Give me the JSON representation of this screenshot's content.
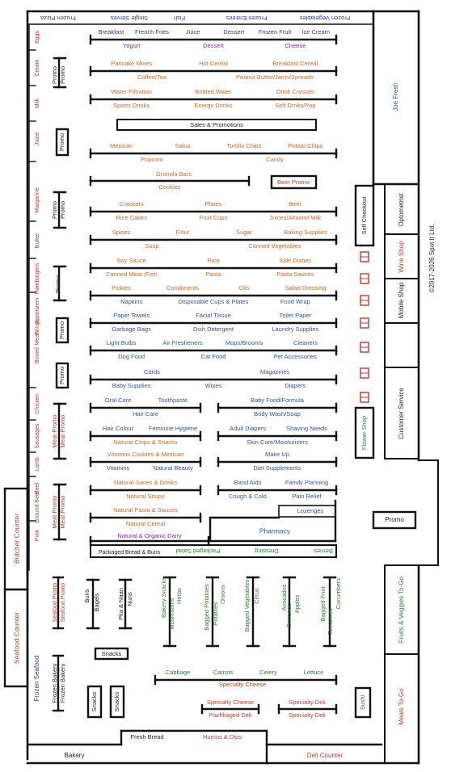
{
  "colors": {
    "wall": "#111111",
    "blue": "#2f5597",
    "orange": "#d0692a",
    "red": "#c0392b",
    "green": "#2e7d32",
    "purple": "#7b2d8e",
    "navy": "#2b3a8c",
    "black": "#222222"
  },
  "copyright": "©2017-2026 Spot It Ltd.",
  "top_freezers": [
    "Frozen Pizza",
    "Single Serves",
    "Fish",
    "Frozen Entrees",
    "Frozen Vegetables"
  ],
  "left_wall": [
    "Eggs",
    "Cream",
    "Milk",
    "Juice",
    "Margarine",
    "Butter",
    "Hamburgers",
    "Appetizers",
    "Wings",
    "Meat",
    "Boxed",
    "Chicken",
    "Sausages",
    "Lamb",
    "Beef",
    "Ground Beef",
    "Pork"
  ],
  "left_promos": [
    "Promo",
    "Promo",
    "Promo",
    "Promo",
    "Promo",
    "Promo",
    "Promo",
    "Promo",
    "Promo"
  ],
  "meat_promos": [
    "Meat Promo",
    "Meat Promo",
    "Meat Promo",
    "Meat Promo"
  ],
  "counters": {
    "butcher": "Butcher Counter",
    "seafood": "Seafood Counter",
    "frozen_seafood": "Frozen Seafood",
    "bakery": "Bakery",
    "deli": "Deli Counter",
    "meals_to_go": "Meals To-Go",
    "fruits_veggies": "Fruits & Veggies To-Go",
    "customer_service": "Customer Service",
    "mobile_shop": "Mobile Shop",
    "wine_shop": "Wine Shop",
    "optometrist": "Optometrist",
    "joe_fresh": "Joe Fresh",
    "self_checkout": "Self Checkout",
    "flower_shop": "Flower Shop",
    "promo": "Promo",
    "sushi": "Sushi",
    "pharmacy": "Pharmacy",
    "fresh_bread": "Fresh Bread",
    "humus_dips": "Humus & Dips",
    "beer_promo": "Beer Promo",
    "sales_promotions": "Sales & Promotions",
    "snacks": "Snacks",
    "lozenges": "Lozenges",
    "packaged_bread": "Packaged Bread & Buns",
    "packaged_salad": "Packaged Salad",
    "dressing": "Dressing",
    "berries": "Berries"
  },
  "aisles": [
    {
      "top": [
        "Breakfast",
        "French Fries",
        "Juice",
        "Dessert",
        "Frozen Fruit",
        "Ice Cream"
      ],
      "bottom": [
        "Yogurt",
        "Dessert",
        "Cheese"
      ]
    },
    {
      "top": [
        "Pancake Mixes",
        "Hot Cereal",
        "Breakfast Cereal"
      ],
      "bottom": [
        "Coffee/Tea",
        "Peanut Butter/Jams/Spreads"
      ]
    },
    {
      "top": [
        "Water Filtration",
        "Bottled Water",
        "Drink Crystals"
      ],
      "bottom": [
        "Sports Drinks",
        "Energy Drinks",
        "Soft Drnks/Pop"
      ]
    },
    {
      "top": [
        "Mexican",
        "Salsa",
        "Tortilla Chips",
        "Potato Chips"
      ],
      "bottom": [
        "Popcorn",
        "Candy"
      ]
    },
    {
      "top": [
        "Granola Bars"
      ],
      "bottom": [
        "Cookies"
      ]
    },
    {
      "top": [
        "Crackers",
        "Plates",
        "Beer"
      ],
      "bottom": [
        "Rice Cakes",
        "Fruit Cups",
        "Juices/Almond Milk"
      ]
    },
    {
      "top": [
        "Spices",
        "Flour",
        "Sugar",
        "Baking Supplies"
      ],
      "bottom": [
        "Soup",
        "Canned Vegetables"
      ]
    },
    {
      "top": [
        "Soy Sauce",
        "Rice",
        "Side Dishes"
      ],
      "bottom": [
        "Canned Meat /Fish",
        "Pasta",
        "Pasta Sauces"
      ]
    },
    {
      "top": [
        "Pickles",
        "Condiments",
        "Oils",
        "Salad Dressing"
      ],
      "bottom": [
        "Napkins",
        "Disposable Cups & Plates",
        "Food Wrap"
      ]
    },
    {
      "top": [
        "Paper Towels",
        "Facial Tissue",
        "Toilet Paper"
      ],
      "bottom": [
        "Garbage Bags",
        "Dish Detergent",
        "Laundry Supplies"
      ]
    },
    {
      "top": [
        "Light Bulbs",
        "Air Fresheners",
        "Mops/Brooms",
        "Cleaners"
      ],
      "bottom": [
        "Dog Food",
        "Cat Food",
        "Pet Accessories"
      ]
    },
    {
      "top": [
        "Cards",
        "Magazines"
      ],
      "bottom": [
        "Baby Supplies",
        "Wipes",
        "Diapers"
      ]
    }
  ],
  "split_aisles": [
    {
      "left_top": [
        "Oral Care",
        "Toothpaste"
      ],
      "left_bottom": [
        "Hair Care"
      ],
      "right_top": [
        "Baby Food/Formula"
      ],
      "right_bottom": [
        "Body Wash/Soap"
      ]
    },
    {
      "left_top": [
        "Hair Colour",
        "Feminine Hygiene"
      ],
      "left_bottom": [
        "Natural Chips & Snacks"
      ],
      "right_top": [
        "Adult Diapers",
        "Shaving Needs"
      ],
      "right_bottom": [
        "Skin Care/Moisturizers"
      ]
    },
    {
      "left_top": [
        "Vitamins Cookies & Mexican"
      ],
      "left_bottom": [
        "Vitamins",
        "Natural Beauty"
      ],
      "right_top": [
        "Make Up"
      ],
      "right_bottom": [
        "Diet Supplements"
      ]
    },
    {
      "left_top": [
        "Natural Juices & Drinks"
      ],
      "left_bottom": [
        "Natural Soups"
      ],
      "right_top": [
        "Band Aids",
        "Family Planning"
      ],
      "right_bottom": [
        "Cough & Cold",
        "Pain Relief"
      ]
    },
    {
      "left_top": [
        "Natural Pasta & Sauces"
      ],
      "left_bottom": [
        "Natural Cereal"
      ],
      "right_top": [],
      "right_bottom": []
    }
  ],
  "natural_organic": "Natural & Organic Dairy",
  "bakery_columns": [
    "Buns",
    "Bagels",
    "Pita & Naan",
    "Nuns"
  ],
  "seafood_promos": [
    "Seafood Promo",
    "Seafood Promo"
  ],
  "frozen_bakery": [
    "Frozen Bakery",
    "Frozen Bakery"
  ],
  "snacks_boxes": [
    "Snacks",
    "Snacks"
  ],
  "produce_columns": [
    [
      "Bakery Snacks",
      "Mushrooms",
      "Herbs"
    ],
    [
      "Bagged Potatoes",
      "Potatoes",
      "Onions"
    ],
    [
      "Bagged Vegetables",
      "Citrus"
    ],
    [
      "Avocados",
      "Bananas",
      "Apples"
    ],
    [
      "Bagged Fruit",
      "Tomatoes",
      "Cucumbers"
    ]
  ],
  "produce_row": {
    "top": [
      "Cabbage",
      "Carrots",
      "Celery",
      "Lettuce"
    ],
    "bottom": [
      "Specialty Cheese"
    ]
  },
  "deli_boxes": [
    {
      "top": "Specialty Cheese",
      "bottom": "Pachkaged Deli"
    },
    {
      "top": "Specialty Deli",
      "bottom": "Specialty Deli"
    }
  ]
}
